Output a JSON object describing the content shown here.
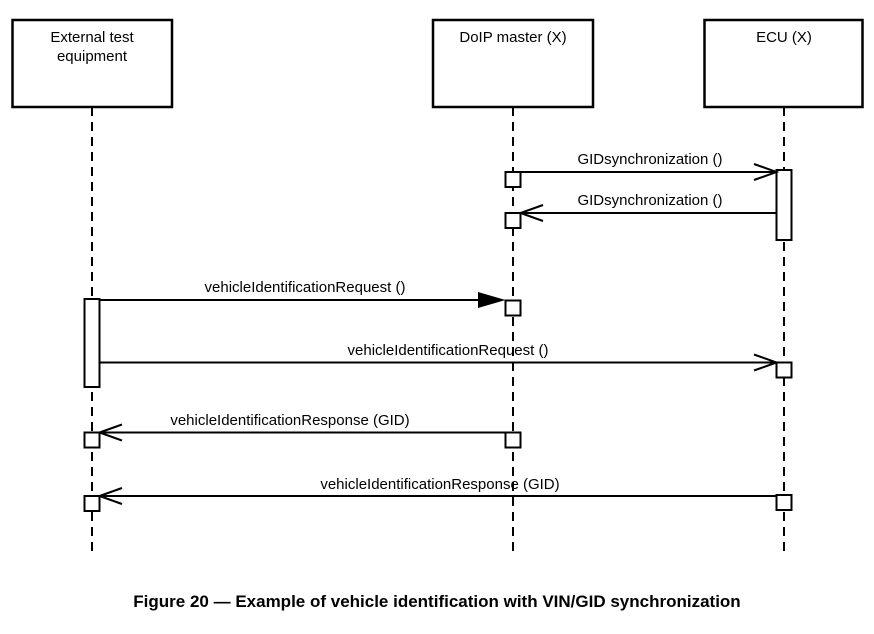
{
  "figure": {
    "caption": "Figure 20 — Example of vehicle identification with VIN/GID synchronization"
  },
  "diagram": {
    "type": "uml-sequence",
    "actors": [
      {
        "id": "external-test-equipment",
        "label": "External test equipment",
        "label_lines": [
          "External test",
          "equipment"
        ]
      },
      {
        "id": "doip-master",
        "label": "DoIP master (X)"
      },
      {
        "id": "ecu",
        "label": "ECU (X)"
      }
    ],
    "messages": [
      {
        "n": 1,
        "from": "doip-master",
        "to": "ecu",
        "label": "GIDsynchronization ()",
        "arrow": "open"
      },
      {
        "n": 2,
        "from": "ecu",
        "to": "doip-master",
        "label": "GIDsynchronization ()",
        "arrow": "open"
      },
      {
        "n": 3,
        "from": "external-test-equipment",
        "to": "doip-master",
        "label": "vehicleIdentificationRequest ()",
        "arrow": "filled"
      },
      {
        "n": 4,
        "from": "external-test-equipment",
        "to": "ecu",
        "label": "vehicleIdentificationRequest ()",
        "arrow": "open"
      },
      {
        "n": 5,
        "from": "doip-master",
        "to": "external-test-equipment",
        "label": "vehicleIdentificationResponse (GID)",
        "arrow": "open"
      },
      {
        "n": 6,
        "from": "ecu",
        "to": "external-test-equipment",
        "label": "vehicleIdentificationResponse (GID)",
        "arrow": "open"
      }
    ],
    "colors": {
      "line": "#000000",
      "background": "#ffffff"
    }
  }
}
